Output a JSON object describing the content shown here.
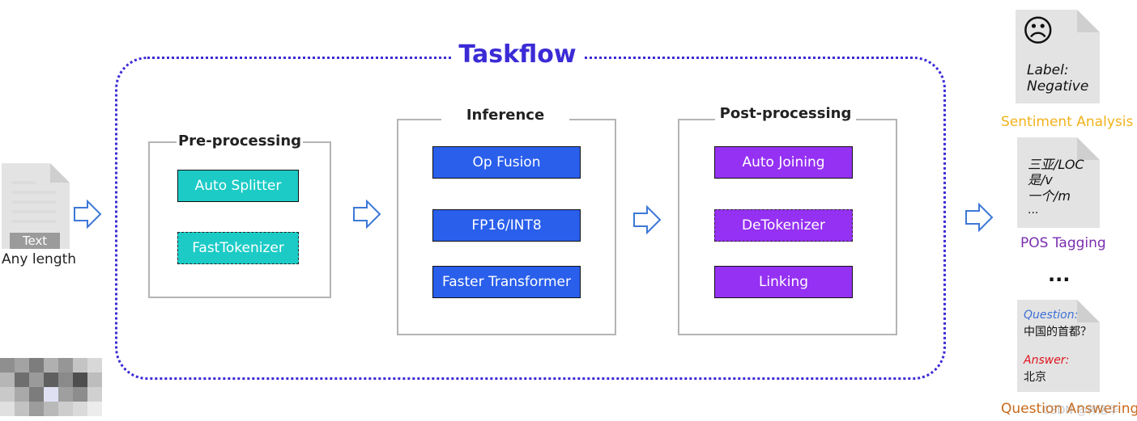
{
  "input": {
    "badge": "Text",
    "caption": "Any length"
  },
  "taskflow": {
    "title": "Taskflow"
  },
  "stages": {
    "pre": {
      "title": "Pre-processing",
      "items": [
        "Auto Splitter",
        "FastTokenizer"
      ]
    },
    "inference": {
      "title": "Inference",
      "items": [
        "Op Fusion",
        "FP16/INT8",
        "Faster Transformer"
      ]
    },
    "post": {
      "title": "Post-processing",
      "items": [
        "Auto Joining",
        "DeTokenizer",
        "Linking"
      ]
    }
  },
  "outputs": {
    "sentiment": {
      "label_line1": "Label:",
      "label_line2": "Negative",
      "caption": "Sentiment Analysis",
      "face": "☹"
    },
    "pos": {
      "lines": [
        "三亚/LOC",
        "是/v",
        "一个/m",
        "..."
      ],
      "caption": "POS Tagging"
    },
    "ellipsis": "...",
    "qa": {
      "q_label": "Question:",
      "q_text": "中国的首都？",
      "a_label": "Answer:",
      "a_text": "北京",
      "caption": "Question Answering"
    }
  },
  "watermark": "CSDN @神洛华",
  "colors": {
    "taskflow": "#3b2bd6",
    "teal": "#1ccbc6",
    "blue": "#2a5fec",
    "purple": "#9531f3",
    "sentiment": "#f2b21b",
    "pos": "#7a2fb0",
    "qa": "#c8691a"
  }
}
